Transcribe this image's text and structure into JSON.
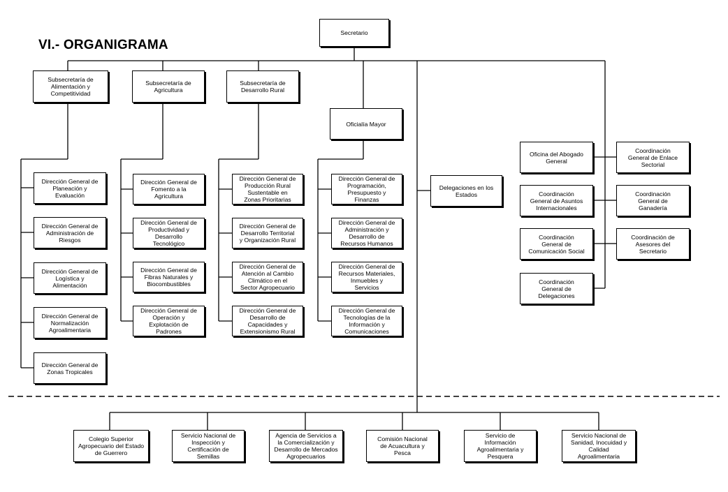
{
  "heading": "VI.- ORGANIGRAMA",
  "top": {
    "secretario": "Secretario"
  },
  "subsecretarias": {
    "alimentacion": "Subsecretaría de\nAlimentación y\nCompetitividad",
    "agricultura": "Subsecretaría de\nAgricultura",
    "desarrollo_rural": "Subsecretaría de\nDesarrollo Rural",
    "oficialia": "Oficialía Mayor"
  },
  "col_alimentacion": [
    "Dirección General de\nPlaneación y\nEvaluación",
    "Dirección General de\nAdministración de\nRiesgos",
    "Dirección General de\nLogística y\nAlimentación",
    "Dirección General de\nNormalización\nAgroalimentaria",
    "Dirección General de\nZonas Tropicales"
  ],
  "col_agricultura": [
    "Dirección General de\nFomento a la\nAgricultura",
    "Dirección General de\nProductividad y\nDesarrollo\nTecnológico",
    "Dirección General de\nFibras Naturales y\nBiocombustibles",
    "Dirección General de\nOperación y\nExplotación de\nPadrones"
  ],
  "col_desarrollo_rural": [
    "Dirección General de\nProducción Rural\nSustentable en\nZonas Prioritarias",
    "Dirección General de\nDesarrollo Territorial\ny Organización Rural",
    "Dirección General de\nAtención al Cambio\nClimático en el\nSector Agropecuario",
    "Dirección General de\nDesarrollo de\nCapacidades y\nExtensionismo Rural"
  ],
  "col_oficialia": [
    "Dirección General de\nProgramación,\nPresupuesto y\nFinanzas",
    "Dirección General de\nAdministración y\nDesarrollo de\nRecursos Humanos",
    "Dirección General de\nRecursos Materiales,\nInmuebles y\nServicios",
    "Dirección General de\nTecnologías de la\nInformación y\nComunicaciones"
  ],
  "delegaciones": "Delegaciones en los\nEstados",
  "coordinaciones_left": [
    "Oficina del Abogado\nGeneral",
    "Coordinación\nGeneral de Asuntos\nInternacionales",
    "Coordinación\nGeneral de\nComunicación Social",
    "Coordinación\nGeneral de\nDelegaciones"
  ],
  "coordinaciones_right": [
    "Coordinación\nGeneral de Enlace\nSectorial",
    "Coordinación\nGeneral de\nGanadería",
    "Coordinación de\nAsesores del\nSecretario"
  ],
  "organismos": [
    "Colegio Superior\nAgropecuario del Estado\nde Guerrero",
    "Servicio Nacional de\nInspección y\nCertificación de\nSemillas",
    "Agencia de Servicios a\nla Comercialización y\nDesarrollo de Mercados\nAgropecuarios",
    "Comisión Nacional\nde Acuacultura y\nPesca",
    "Servicio de\nInformación\nAgroalimentaria y\nPesquera",
    "Servicio Nacional de\nSanidad, Inocuidad y\nCalidad\nAgroalimentaria"
  ]
}
